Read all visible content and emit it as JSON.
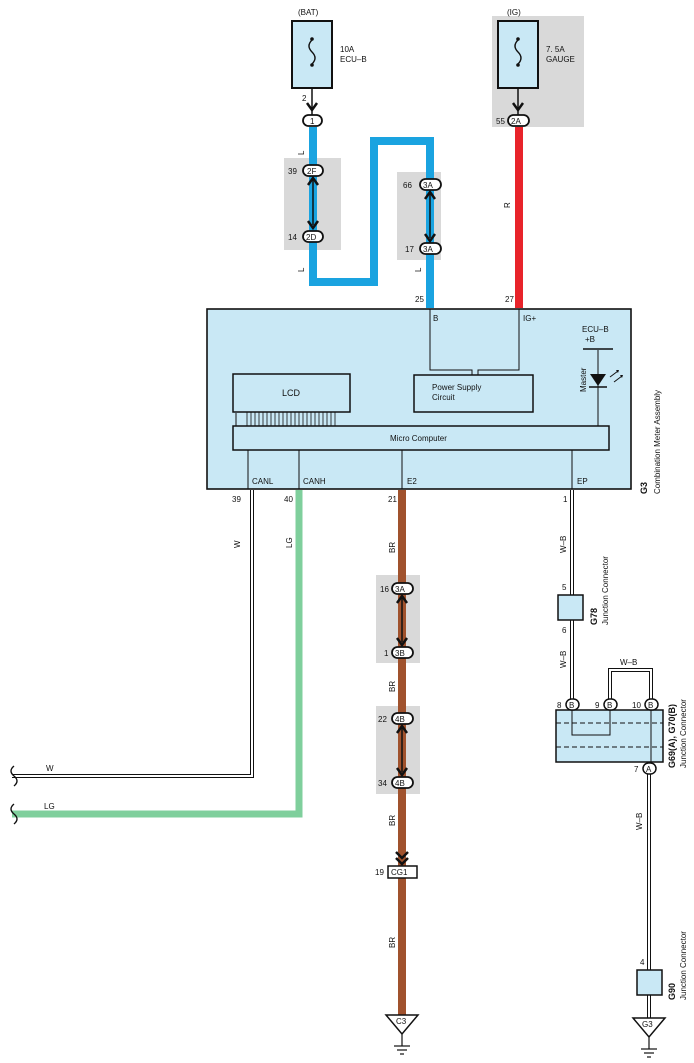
{
  "power": {
    "bat": {
      "source": "(BAT)",
      "amp": "10A",
      "name": "ECU–B",
      "pin_in": "2",
      "pin_out": "1"
    },
    "ig": {
      "source": "(IG)",
      "amp": "7. 5A",
      "name": "GAUGE",
      "pin_no": "55",
      "pin_id": "2A"
    }
  },
  "connectors": {
    "c2f": {
      "no": "39",
      "id": "2F"
    },
    "c2d": {
      "no": "14",
      "id": "2D"
    },
    "c3a_top": {
      "no": "66",
      "id": "3A"
    },
    "c3a_bot": {
      "no": "17",
      "id": "3A"
    },
    "c3a_left": {
      "no": "16",
      "id": "3A"
    },
    "c3b": {
      "no": "1",
      "id": "3B"
    },
    "c4b_top": {
      "no": "22",
      "id": "4B"
    },
    "c4b_bot": {
      "no": "34",
      "id": "4B"
    },
    "cg1": {
      "no": "19",
      "id": "CG1"
    }
  },
  "wires": {
    "l1": "L",
    "l2": "L",
    "r": "R",
    "w": "W",
    "lg": "LG",
    "br1": "BR",
    "br2": "BR",
    "br3": "BR",
    "br4": "BR",
    "wb1": "W–B",
    "wb2": "W–B",
    "wb3": "W–B",
    "wb4": "W–B",
    "w_left": "W",
    "lg_left": "LG"
  },
  "meter": {
    "code": "G3",
    "name": "Combination Meter Assembly",
    "pins": {
      "b": {
        "no": "25",
        "name": "B"
      },
      "ig": {
        "no": "27",
        "name": "IG+"
      },
      "canl": {
        "no": "39",
        "name": "CANL"
      },
      "canh": {
        "no": "40",
        "name": "CANH"
      },
      "e2": {
        "no": "21",
        "name": "E2"
      },
      "ep": {
        "no": "1",
        "name": "EP"
      }
    },
    "lcd": "LCD",
    "psu": [
      "Power Supply",
      "Circuit"
    ],
    "micro": "Micro Computer",
    "ecub": [
      "ECU–B",
      "+B"
    ],
    "master": "Master"
  },
  "junctions": {
    "g78": {
      "code": "G78",
      "name": "Junction Connector",
      "pin_top": "5",
      "pin_bot": "6"
    },
    "g69": {
      "code": "G69(A), G70(B)",
      "name": "Junction Connector",
      "pins": [
        "8",
        "9",
        "10"
      ],
      "pin_ids": [
        "B",
        "B",
        "B"
      ],
      "out_no": "7",
      "out_id": "A"
    },
    "g90": {
      "code": "G90",
      "name": "Junction Connector",
      "pin": "4"
    }
  },
  "grounds": {
    "c3": "C3",
    "g3": "G3"
  },
  "colors": {
    "blue": "#1aa3e0",
    "red": "#e8232a",
    "brown": "#a0522d",
    "green": "#7fcf9c",
    "box": "#c9e8f5",
    "shade": "#d9d9d9"
  }
}
